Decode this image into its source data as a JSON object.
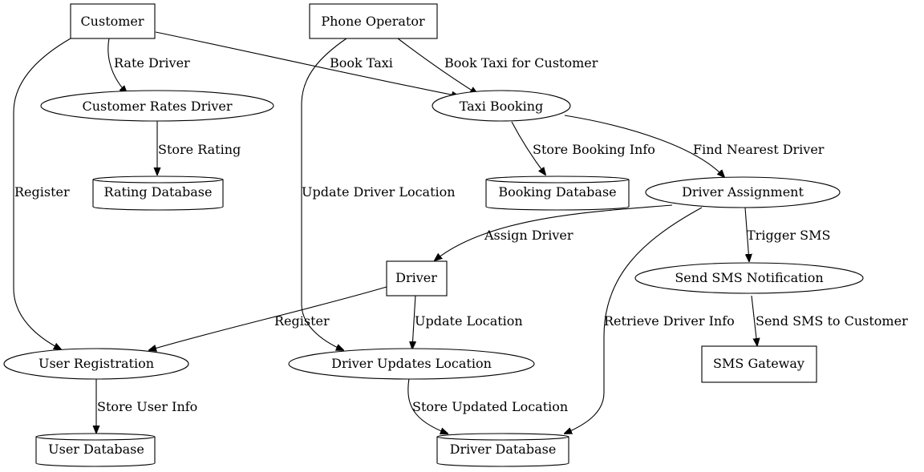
{
  "diagram": {
    "nodes": {
      "customer": "Customer",
      "phone_operator": "Phone Operator",
      "customer_rates_driver": "Customer Rates Driver",
      "taxi_booking": "Taxi Booking",
      "rating_database": "Rating Database",
      "booking_database": "Booking Database",
      "driver_assignment": "Driver Assignment",
      "driver": "Driver",
      "send_sms_notification": "Send SMS Notification",
      "user_registration": "User Registration",
      "driver_updates_location": "Driver Updates Location",
      "sms_gateway": "SMS Gateway",
      "user_database": "User Database",
      "driver_database": "Driver Database"
    },
    "edges": {
      "customer_rate_driver": "Rate Driver",
      "customer_book_taxi": "Book Taxi",
      "customer_register": "Register",
      "operator_book_taxi_for_customer": "Book Taxi for Customer",
      "operator_update_driver_location": "Update Driver Location",
      "rates_store_rating": "Store Rating",
      "booking_store_booking_info": "Store Booking Info",
      "booking_find_nearest_driver": "Find Nearest Driver",
      "assignment_assign_driver": "Assign Driver",
      "assignment_trigger_sms": "Trigger SMS",
      "assignment_retrieve_driver_info": "Retrieve Driver Info",
      "driver_register": "Register",
      "driver_update_location": "Update Location",
      "sms_send_to_customer": "Send SMS to Customer",
      "registration_store_user_info": "Store User Info",
      "updates_store_updated_location": "Store Updated Location"
    }
  }
}
